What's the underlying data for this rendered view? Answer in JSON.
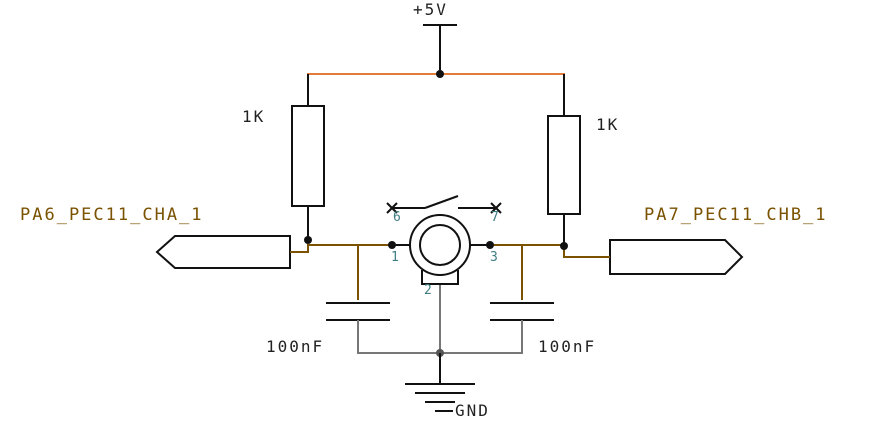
{
  "power": {
    "vcc_label": "+5V",
    "gnd_label": "GND"
  },
  "resistors": [
    {
      "value": "1K"
    },
    {
      "value": "1K"
    }
  ],
  "capacitors": [
    {
      "value": "100nF"
    },
    {
      "value": "100nF"
    }
  ],
  "nets": {
    "left": "PA6_PEC11_CHA_1",
    "right": "PA7_PEC11_CHB_1"
  },
  "encoder": {
    "pins": {
      "p6": "6",
      "p7": "7",
      "p1": "1",
      "p3": "3",
      "p2": "2"
    }
  },
  "colors": {
    "net_wire": "#7a5200",
    "power_wire": "#e07b39",
    "pin_label": "#3f7f84",
    "ground_wire": "#777777"
  }
}
